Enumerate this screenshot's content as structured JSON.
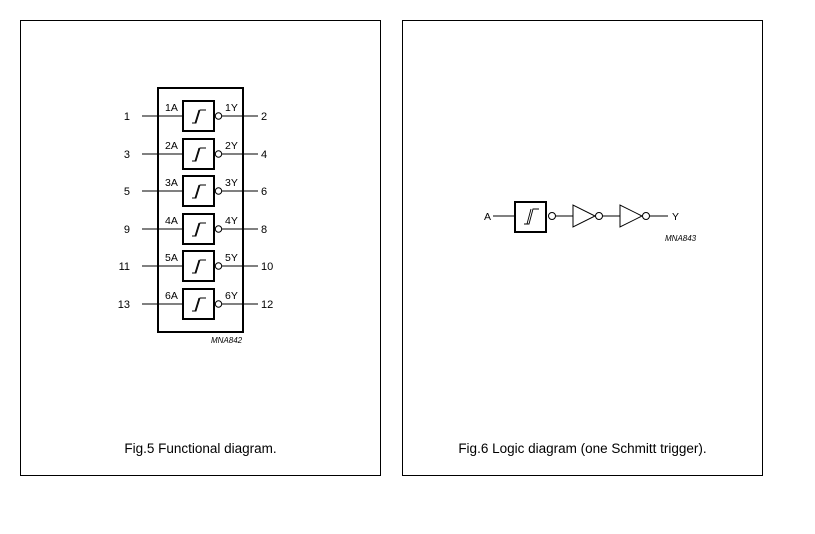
{
  "figures": [
    {
      "id": "fig5",
      "caption": "Fig.5  Functional diagram.",
      "code": "MNA842",
      "gates": [
        {
          "in_pin": "1",
          "in_label": "1A",
          "out_label": "1Y",
          "out_pin": "2"
        },
        {
          "in_pin": "3",
          "in_label": "2A",
          "out_label": "2Y",
          "out_pin": "4"
        },
        {
          "in_pin": "5",
          "in_label": "3A",
          "out_label": "3Y",
          "out_pin": "6"
        },
        {
          "in_pin": "9",
          "in_label": "4A",
          "out_label": "4Y",
          "out_pin": "8"
        },
        {
          "in_pin": "11",
          "in_label": "5A",
          "out_label": "5Y",
          "out_pin": "10"
        },
        {
          "in_pin": "13",
          "in_label": "6A",
          "out_label": "6Y",
          "out_pin": "12"
        }
      ]
    },
    {
      "id": "fig6",
      "caption": "Fig.6  Logic diagram (one Schmitt trigger).",
      "code": "MNA843",
      "input_label": "A",
      "output_label": "Y",
      "chain": [
        "schmitt-trigger-inverter",
        "inverter",
        "inverter"
      ]
    }
  ]
}
